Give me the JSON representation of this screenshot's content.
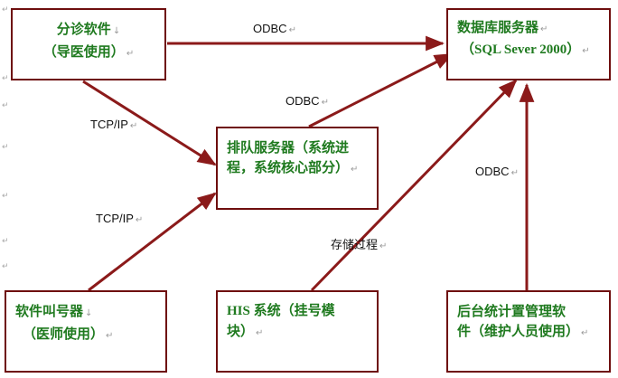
{
  "nodes": {
    "triage": {
      "line1": "分诊软件",
      "line2": "（导医使用）"
    },
    "db": {
      "line1": "数据库服务器",
      "line2": "（SQL Sever 2000）"
    },
    "queue": {
      "line1": "排队服务器（系统进",
      "line2": "程，系统核心部分）"
    },
    "caller": {
      "line1": "软件叫号器",
      "line2": "（医师使用）"
    },
    "his": {
      "line1": "HIS 系统（挂号模",
      "line2": "块）"
    },
    "admin": {
      "line1": "后台统计置管理软",
      "line2": "件（维护人员使用）"
    }
  },
  "edges": [
    {
      "from": "triage",
      "to": "db",
      "label": "ODBC"
    },
    {
      "from": "queue",
      "to": "db",
      "label": "ODBC"
    },
    {
      "from": "triage",
      "to": "queue",
      "label": "TCP/IP"
    },
    {
      "from": "caller",
      "to": "queue",
      "label": "TCP/IP"
    },
    {
      "from": "his",
      "to": "db",
      "label": "存储过程"
    },
    {
      "from": "admin",
      "to": "db",
      "label": "ODBC"
    }
  ],
  "marks": {
    "para": "↵",
    "down": "↓"
  },
  "colors": {
    "border": "#6e0e0e",
    "arrow": "#8b1a1a",
    "text": "#1f7a1f"
  }
}
